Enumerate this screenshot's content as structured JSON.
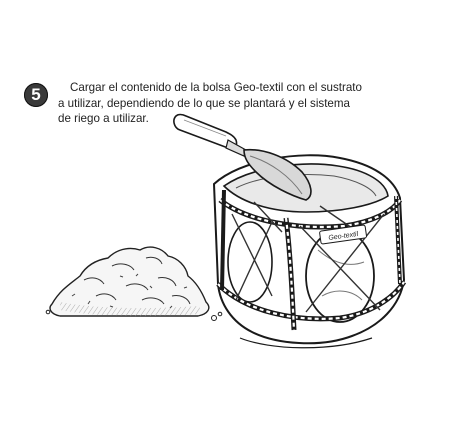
{
  "step": {
    "number": "5",
    "lines": [
      "Cargar el contenido de la bolsa Geo-textil  con el sustrato",
      "a utilizar, dependiendo de lo que se plantará y el sistema",
      "de riego a utilizar."
    ]
  },
  "illustration": {
    "container_label": "Geo-textil",
    "icons": [
      "soil-pile-icon",
      "trowel-icon",
      "geotextile-cube-icon"
    ]
  }
}
